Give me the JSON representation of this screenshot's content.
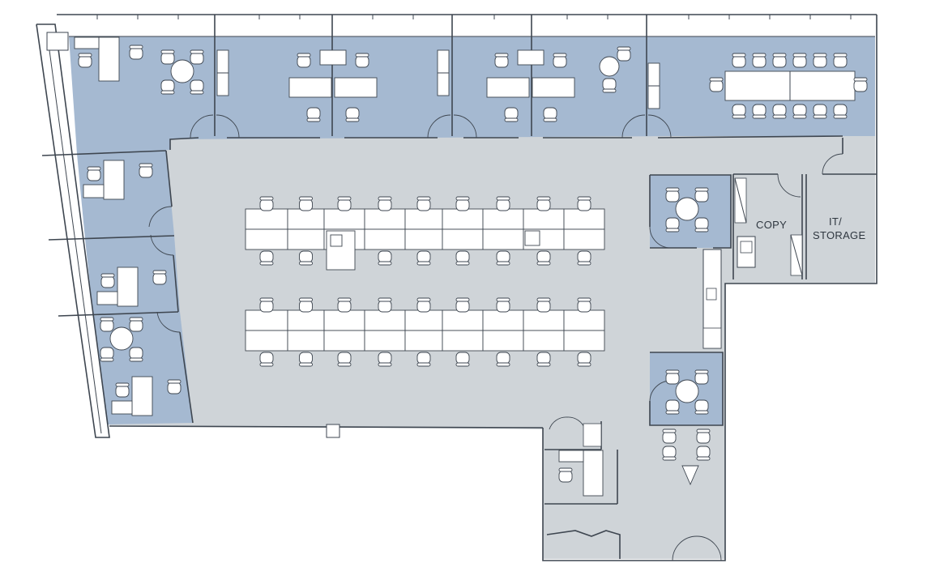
{
  "labels": {
    "copy": "COPY",
    "it_line1": "IT/",
    "it_line2": "STORAGE"
  },
  "colors": {
    "office_fill": "#a5b9d1",
    "open_fill": "#cfd4d8",
    "wall": "#3e4650",
    "background": "#ffffff"
  }
}
